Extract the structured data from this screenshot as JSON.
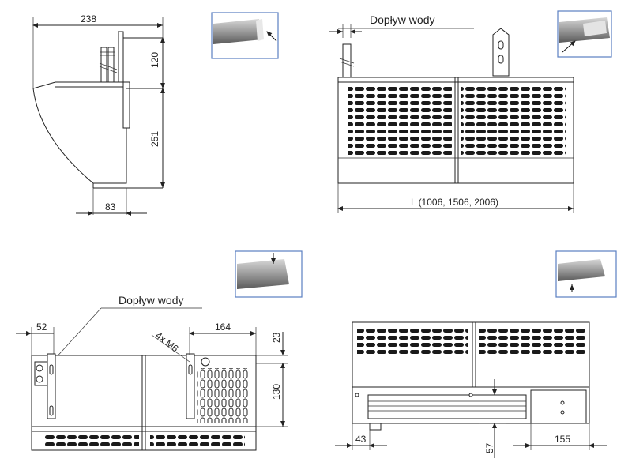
{
  "labels": {
    "water_inlet_top": "Dopływ wody",
    "water_inlet_bottom": "Dopływ wody",
    "length_dim": "L (1006, 1506, 2006)",
    "screw_note": "4x M6"
  },
  "dimensions": {
    "d238": "238",
    "d120": "120",
    "d251": "251",
    "d83": "83",
    "d52": "52",
    "d164": "164",
    "d23": "23",
    "d130": "130",
    "d43": "43",
    "d57": "57",
    "d155": "155"
  },
  "views": [
    "side-view",
    "top-front-view",
    "rear-view",
    "bottom-front-view"
  ],
  "thumbnails": [
    "thumb-side",
    "thumb-top",
    "thumb-rear",
    "thumb-bottom"
  ]
}
